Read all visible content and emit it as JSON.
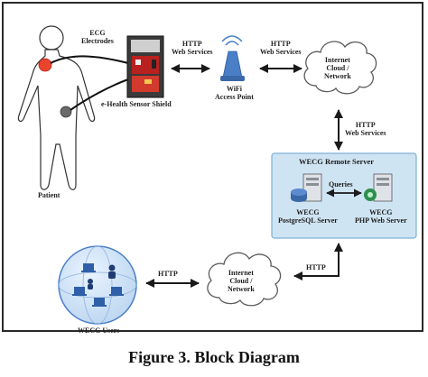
{
  "diagram": {
    "patient_label": "Patient",
    "ecg_electrodes": [
      "ECG",
      "Electrodes"
    ],
    "sensor_shield_label": "e-Health Sensor Shield",
    "http_ws_top_left": [
      "HTTP",
      "Web Services"
    ],
    "wifi_label": [
      "WiFi",
      "Access Point"
    ],
    "http_ws_top_right": [
      "HTTP",
      "Web Services"
    ],
    "cloud_top": [
      "Internet",
      "Cloud /",
      "Network"
    ],
    "http_ws_right": [
      "HTTP",
      "Web Services"
    ],
    "remote_server_title": "WECG Remote Server",
    "queries_label": "Queries",
    "postgres_label": [
      "WECG",
      "PostgreSQL Server"
    ],
    "php_label": [
      "WECG",
      "PHP Web Server"
    ],
    "http_bottom_right": "HTTP",
    "cloud_bottom": [
      "Internet",
      "Cloud /",
      "Network"
    ],
    "http_bottom_left": "HTTP",
    "users_label": "WECG Users"
  },
  "caption": "Figure 3. Block Diagram",
  "colors": {
    "frame": "#2a2a2a",
    "arrow": "#1a1a1a",
    "body_fill": "#ffffff",
    "electrode_red": "#e8452c",
    "electrode_gray": "#6a6a6a",
    "server_panel": "#cfe4f3",
    "server_panel_border": "#7fb0d4",
    "cloud_stroke": "#5a5a5a",
    "globe_blue": "#4a7fc8"
  },
  "icons": [
    "human-body-icon",
    "sensor-board-icon",
    "wifi-antenna-icon",
    "cloud-icon",
    "server-icon",
    "globe-icon",
    "laptop-icon",
    "user-icon"
  ]
}
